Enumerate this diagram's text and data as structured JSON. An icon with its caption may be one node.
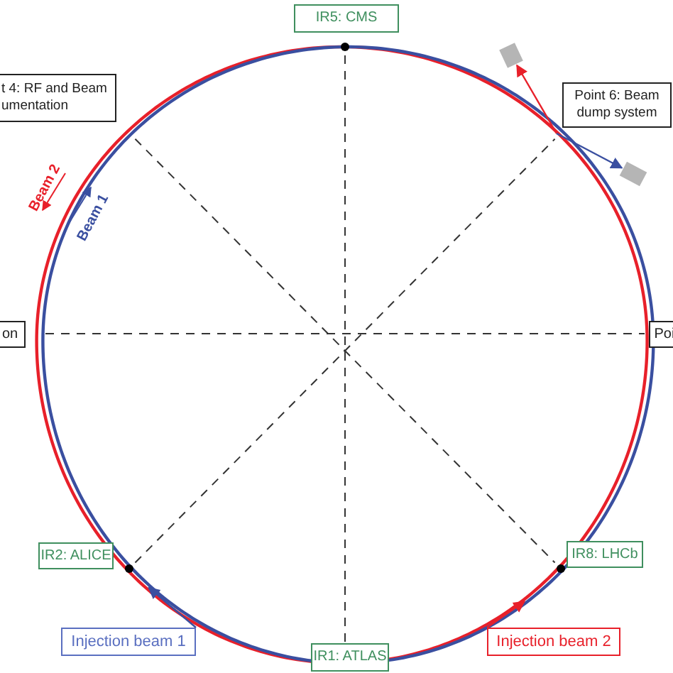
{
  "diagram": {
    "nodes": [
      {
        "text": [
          "IR5: CMS"
        ]
      },
      {
        "text": [
          "t 4: RF and Beam umentation"
        ]
      },
      {
        "text": [
          "Point 6:  Beam dump system"
        ]
      },
      {
        "text": [
          "on"
        ]
      },
      {
        "text": [
          "Poi"
        ]
      },
      {
        "text": [
          "IR2: ALICE"
        ]
      },
      {
        "text": [
          "IR8: LHCb"
        ]
      },
      {
        "text": [
          "Injection beam 1"
        ]
      },
      {
        "text": [
          "IR1: ATLAS"
        ]
      },
      {
        "text": [
          "Injection beam 2"
        ]
      },
      {
        "text": [],
        "shape": "box"
      },
      {
        "text": [],
        "shape": "box"
      }
    ],
    "edges": [
      {
        "from": 2,
        "to": 10,
        "arrow": "to",
        "color": "#e8202a"
      },
      {
        "from": 2,
        "to": 11,
        "arrow": "to",
        "color": "#3a4fa0"
      },
      {
        "from": 7,
        "to": null,
        "arrow": "to",
        "color": "#3a4fa0"
      },
      {
        "from": 9,
        "to": null,
        "arrow": "to",
        "color": "#e8202a"
      }
    ],
    "labels": [
      "Beam 2",
      "Beam 1"
    ]
  }
}
